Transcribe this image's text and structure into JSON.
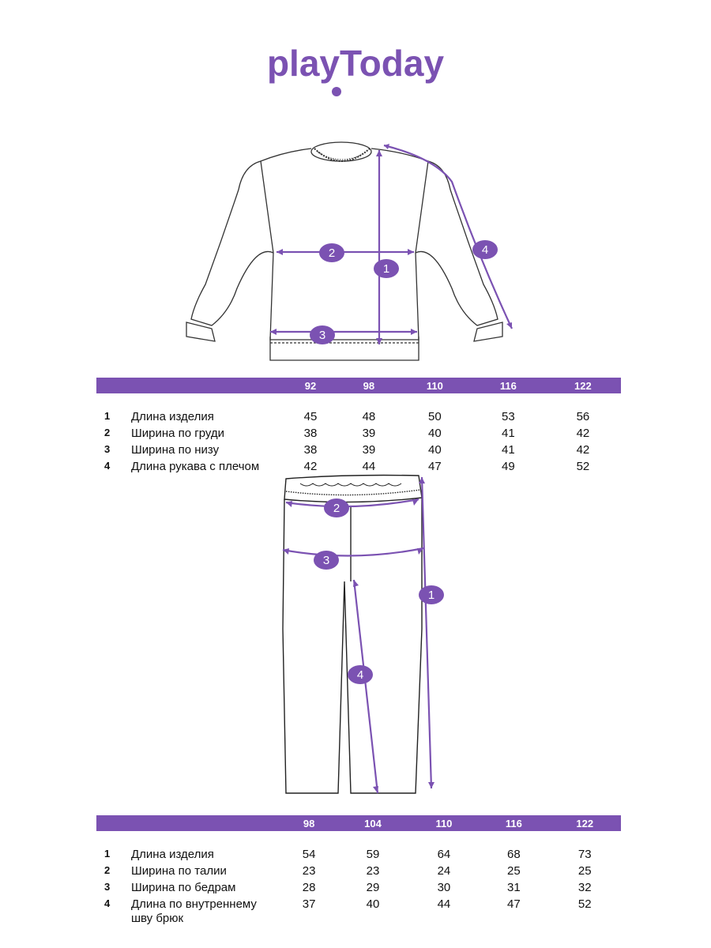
{
  "brand": {
    "name": "playToday",
    "color": "#7b52b2"
  },
  "top_section": {
    "markers": [
      "1",
      "2",
      "3",
      "4"
    ],
    "table": {
      "sizes": [
        "92",
        "98",
        "110",
        "116",
        "122"
      ],
      "rows": [
        {
          "num": "1",
          "label": "Длина изделия",
          "values": [
            "45",
            "48",
            "50",
            "53",
            "56"
          ]
        },
        {
          "num": "2",
          "label": "Ширина по груди",
          "values": [
            "38",
            "39",
            "40",
            "41",
            "42"
          ]
        },
        {
          "num": "3",
          "label": "Ширина по низу",
          "values": [
            "38",
            "39",
            "40",
            "41",
            "42"
          ]
        },
        {
          "num": "4",
          "label": "Длина рукава с плечом",
          "values": [
            "42",
            "44",
            "47",
            "49",
            "52"
          ]
        }
      ]
    }
  },
  "bottom_section": {
    "markers": [
      "1",
      "2",
      "3",
      "4"
    ],
    "table": {
      "sizes": [
        "98",
        "104",
        "110",
        "116",
        "122"
      ],
      "rows": [
        {
          "num": "1",
          "label": "Длина изделия",
          "values": [
            "54",
            "59",
            "64",
            "68",
            "73"
          ]
        },
        {
          "num": "2",
          "label": "Ширина по талии",
          "values": [
            "23",
            "23",
            "24",
            "25",
            "25"
          ]
        },
        {
          "num": "3",
          "label": "Ширина по бедрам",
          "values": [
            "28",
            "29",
            "30",
            "31",
            "32"
          ]
        },
        {
          "num": "4",
          "label": "Длина по внутреннему шву брюк",
          "values": [
            "37",
            "40",
            "44",
            "47",
            "52"
          ]
        }
      ]
    }
  }
}
